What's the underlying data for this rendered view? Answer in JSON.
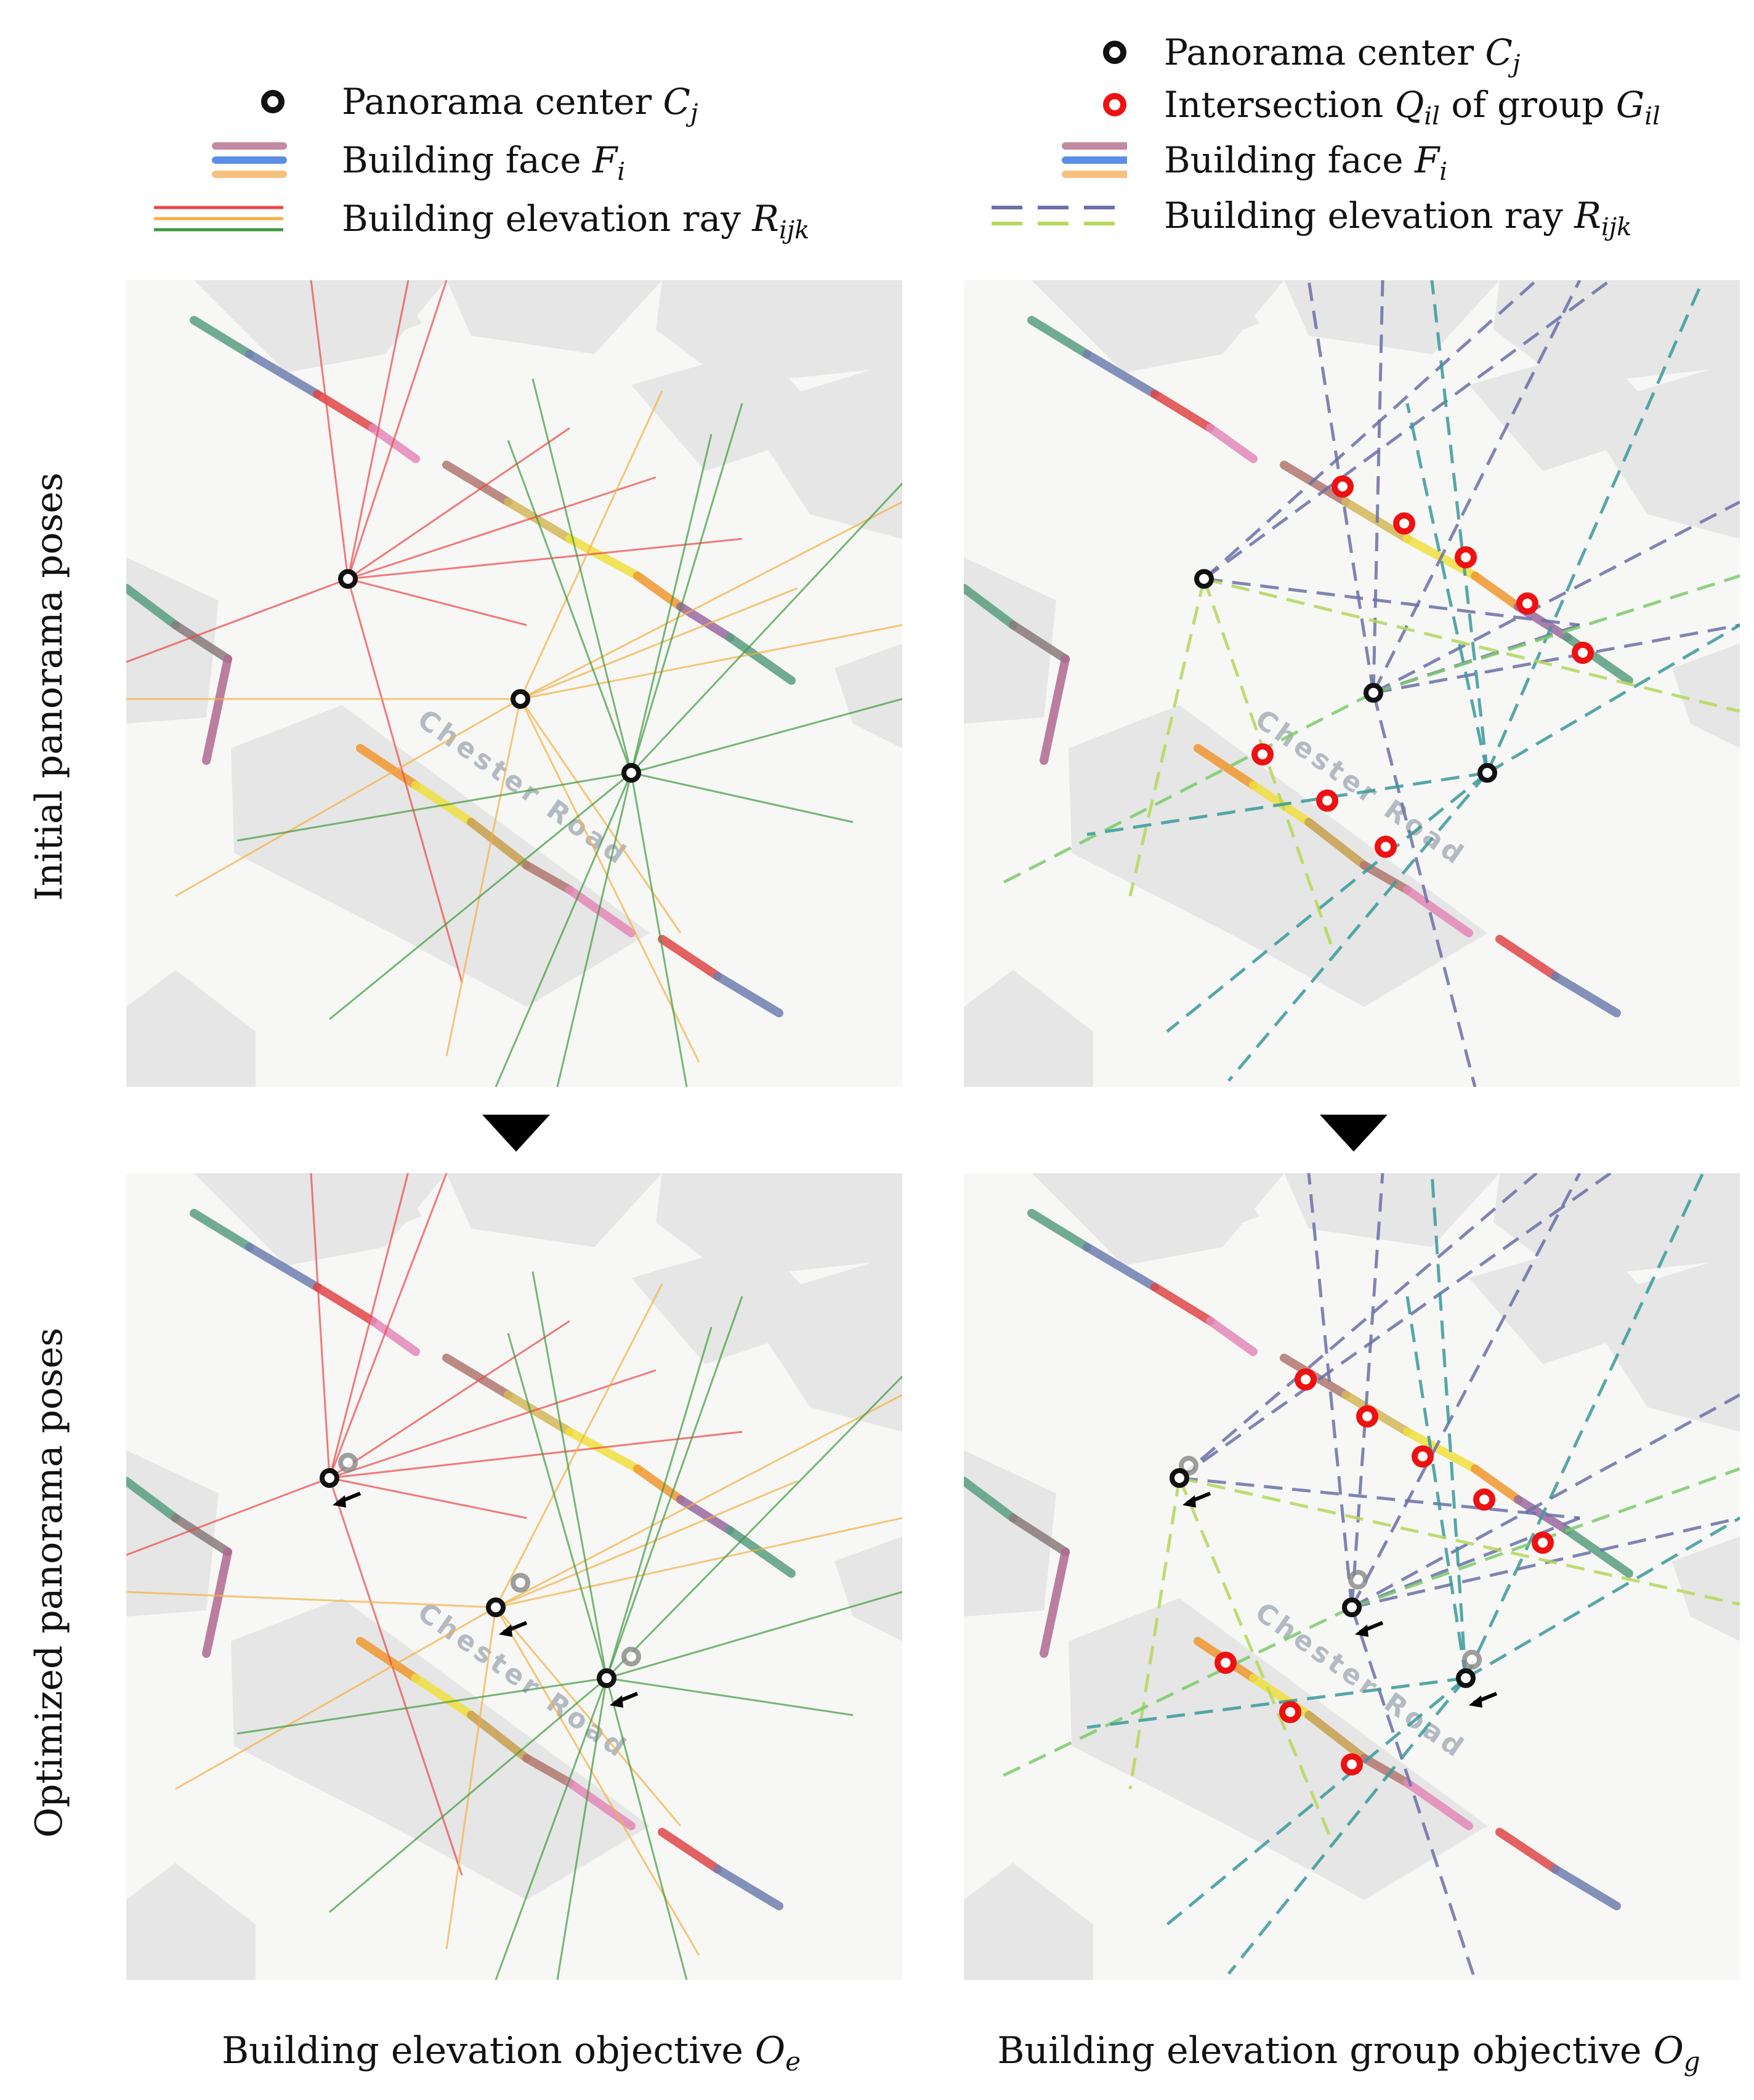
{
  "legend_left": {
    "items": [
      {
        "label": "Panorama center ",
        "sym": "C",
        "sub": "j",
        "swatch": "center-icon"
      },
      {
        "label": "Building face ",
        "sym": "F",
        "sub": "i",
        "swatch": "building-face-swatch"
      },
      {
        "label": "Building elevation ray ",
        "sym": "R",
        "sub": "ijk",
        "swatch": "elevation-ray-swatch"
      }
    ]
  },
  "legend_right": {
    "items": [
      {
        "label": "Panorama center ",
        "sym": "C",
        "sub": "j",
        "swatch": "center-icon"
      },
      {
        "label": "Intersection ",
        "sym": "Q",
        "sub": "il",
        "mid": " of group ",
        "sym2": "G",
        "sub2": "il",
        "swatch": "intersection-icon"
      },
      {
        "label": "Building face ",
        "sym": "F",
        "sub": "i",
        "swatch": "building-face-swatch"
      },
      {
        "label": "Building elevation ray ",
        "sym": "R",
        "sub": "ijk",
        "swatch": "dashed-ray-swatch"
      }
    ]
  },
  "row_labels": {
    "top": "Initial panorama poses",
    "bottom": "Optimized panorama poses"
  },
  "captions": {
    "left_text": "Building elevation objective ",
    "left_sym": "O",
    "left_sub": "e",
    "right_text": "Building elevation group objective ",
    "right_sym": "O",
    "right_sub": "g"
  },
  "map": {
    "street_name": "Chester Road"
  },
  "colors": {
    "center_ring": "#111111",
    "intersection_ring": "#ee1111",
    "ray_red": "#ee4444",
    "ray_orange": "#f5b040",
    "ray_green": "#3f9a3f",
    "ray_dashed_blue": "#6b70a8",
    "ray_dashed_teal": "#3a9a9a",
    "ray_dashed_lime": "#b5d85a",
    "ray_dashed_green": "#7ccc6c",
    "building_fill": "#e6e6e6",
    "background": "#f7f7f6"
  }
}
